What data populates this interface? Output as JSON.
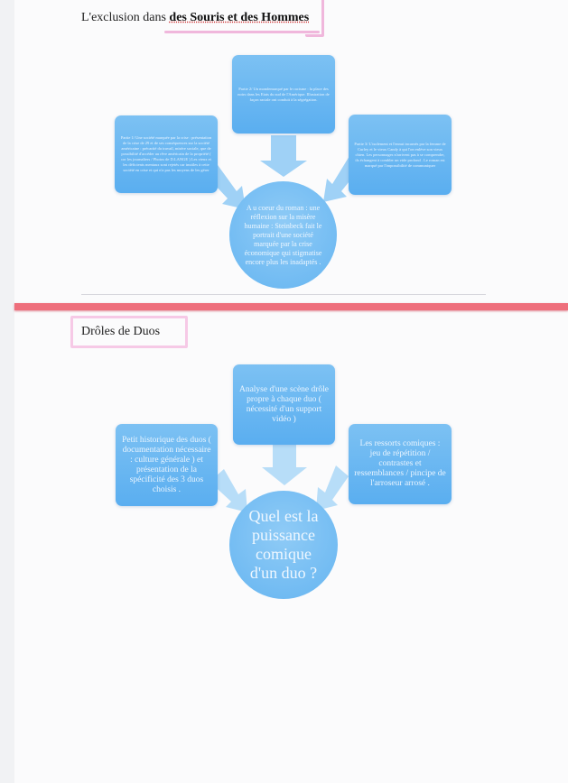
{
  "section1": {
    "title_prefix": "L'exclusion dans ",
    "title_bold": "des Souris et des Hommes",
    "top_box": "Partie 2/ Un mondemarqué par le racisme : la place des noirs dans les Etats du sud de l'Amérique. Illustration de façon raciale ont conduit à la ségrégation.",
    "left_box": "Partie 1/ Une société marquée par la crise : présentation de la crise de 29 et de ses conséquences sur la société américaine : précarité du travail, misère sociale, que de possibilité d'accéder au rêve américain de la propriété ( cor les journaliers / Photos de D.LANGE ) Les vieux et les déficients mentaux sont rejetés car inutiles à cette société en crise et qui n'a pas les moyens de les gérer",
    "right_box": "Partie 3/ L'isolement et l'ennui incarnés par la femme de Curley et le vieux Candy à qui l'on enlève son vieux chien. Les personnages n'arrivent pas à se comprendre, ils échangent à combler un vide profond . Le roman est marqué par l'impossibilité de communiquer",
    "center": "A u coeur du roman : une réflexion sur la misère humaine : Steinbeck fait le portrait d'une société marquée par la crise économique qui stigmatise encore plus les inadaptés ."
  },
  "section2": {
    "title": "Drôles de Duos",
    "top_box": "Analyse d'une scène drôle propre à chaque duo ( nécessité d'un support vidéo )",
    "left_box": "Petit historique des duos ( documentation nécessaire : culture générale ) et présentation de la spécificité des 3 duos choisis .",
    "right_box": "Les ressorts comiques : jeu de répétition / contrastes et ressemblances / pincipe de l'arroseur arrosé .",
    "center": "Quel est la puissance comique d'un duo ?"
  },
  "colors": {
    "box_blue": "#5aaef0",
    "circle_blue": "#66b5f1",
    "divider_red": "#ee6f7c",
    "highlight_pink": "#f0b7dc"
  }
}
